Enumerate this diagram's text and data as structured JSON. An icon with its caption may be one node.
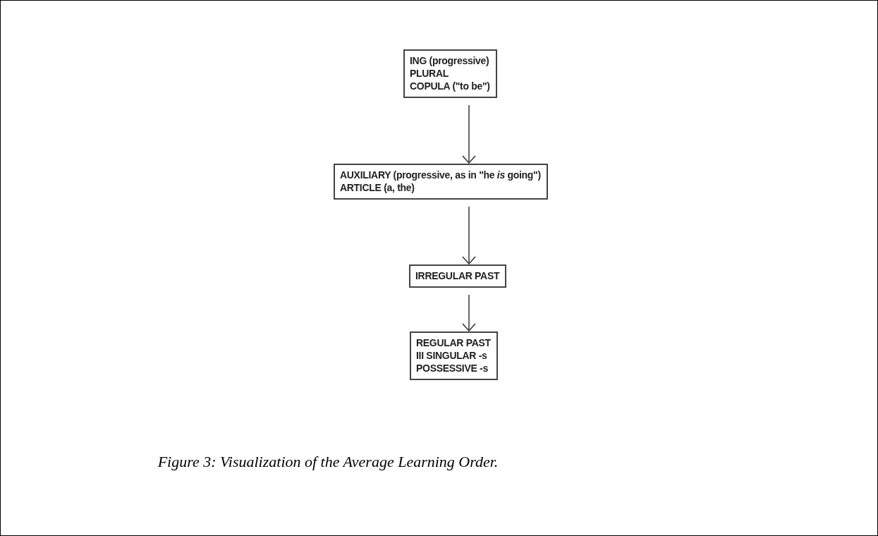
{
  "diagram": {
    "caption": "Figure 3: Visualization of the Average Learning Order.",
    "nodes": [
      {
        "text": [
          "ING (progressive)",
          "PLURAL",
          "COPULA (\"to be\")"
        ]
      },
      {
        "text": [
          "AUXILIARY (progressive, as in \"he *is* going\")",
          "ARTICLE (a, the)"
        ]
      },
      {
        "text": [
          "IRREGULAR PAST"
        ]
      },
      {
        "text": [
          "REGULAR PAST",
          "III SINGULAR -s",
          "POSSESSIVE -s"
        ]
      }
    ],
    "edges": [
      {
        "from": 0,
        "to": 1,
        "arrow": "to"
      },
      {
        "from": 1,
        "to": 2,
        "arrow": "to"
      },
      {
        "from": 2,
        "to": 3,
        "arrow": "to"
      }
    ]
  }
}
